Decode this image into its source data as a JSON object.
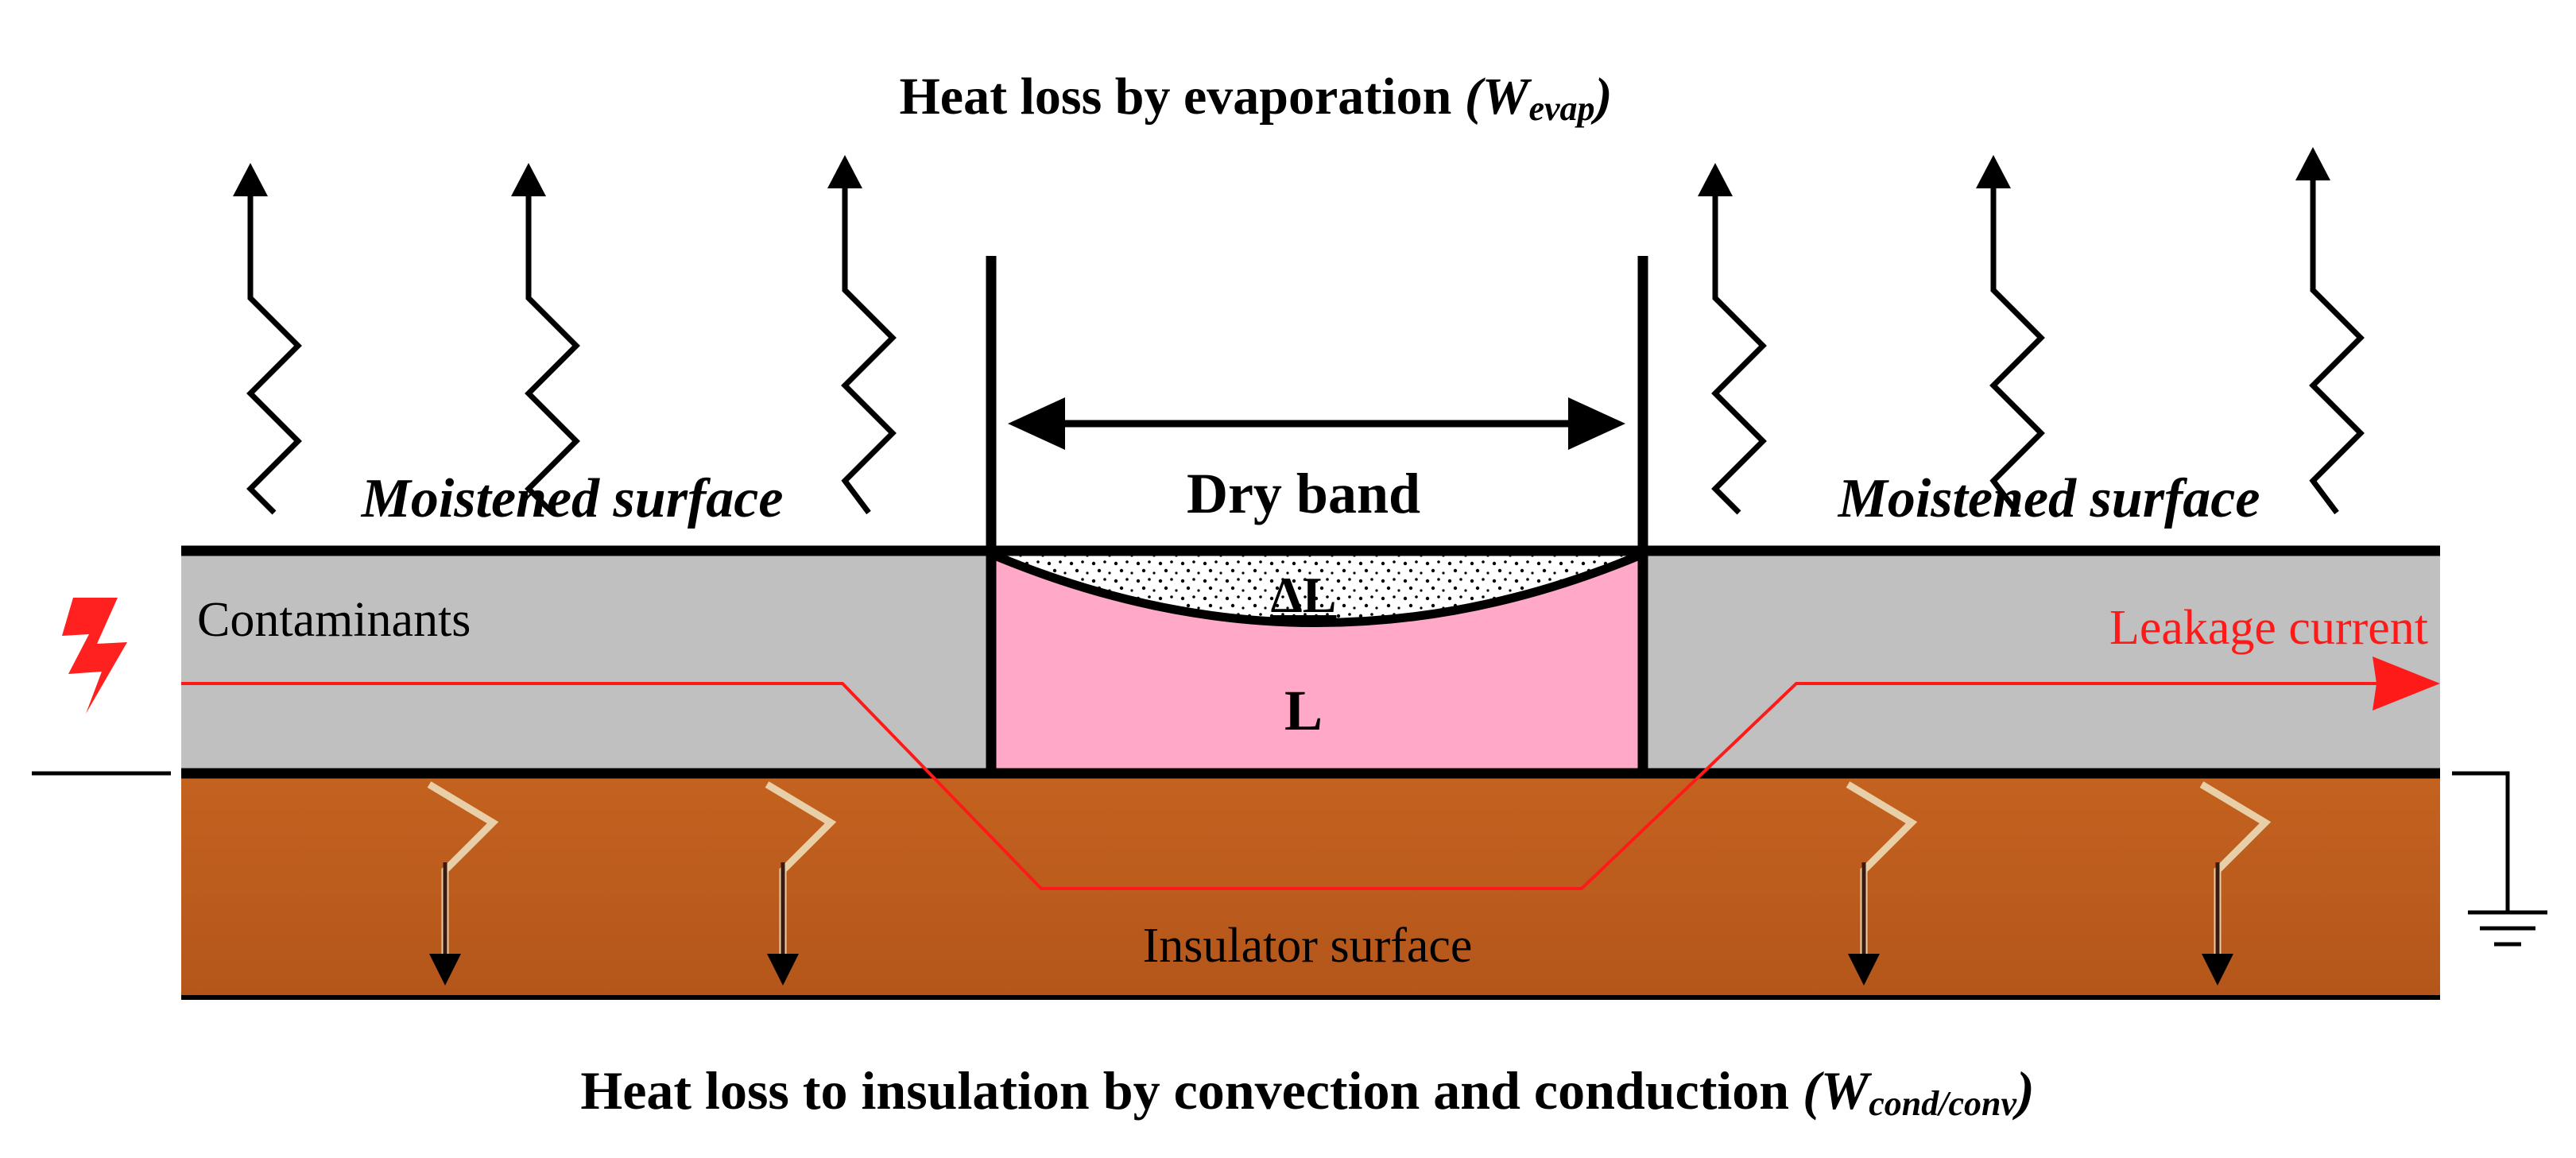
{
  "title_top": {
    "main": "Heat loss by evaporation ",
    "symbol_w": "W",
    "symbol_sub": "evap",
    "open_paren": "(",
    "close_paren": ")"
  },
  "title_bottom": {
    "main": "Heat loss to insulation by convection and conduction ",
    "symbol_w": "W",
    "symbol_sub": "cond/conv",
    "open_paren": "(",
    "close_paren": ")"
  },
  "labels": {
    "moistened_left": "Moistened surface",
    "moistened_right": "Moistened surface",
    "dry_band": "Dry band",
    "delta_l": "ΔL",
    "l": "L",
    "contaminants": "Contaminants",
    "leakage_current": "Leakage current",
    "insulator_surface": "Insulator surface"
  },
  "icons": [
    "lightning-icon",
    "ground-icon",
    "arrow-up-icon",
    "arrow-down-icon",
    "double-arrow-icon"
  ],
  "colors": {
    "contaminant_layer": "#c0c0c0",
    "insulator": "#b95a1e",
    "dry_band_fill": "#ffa8c8",
    "leakage": "#ff1a1a",
    "lines": "#000000"
  }
}
